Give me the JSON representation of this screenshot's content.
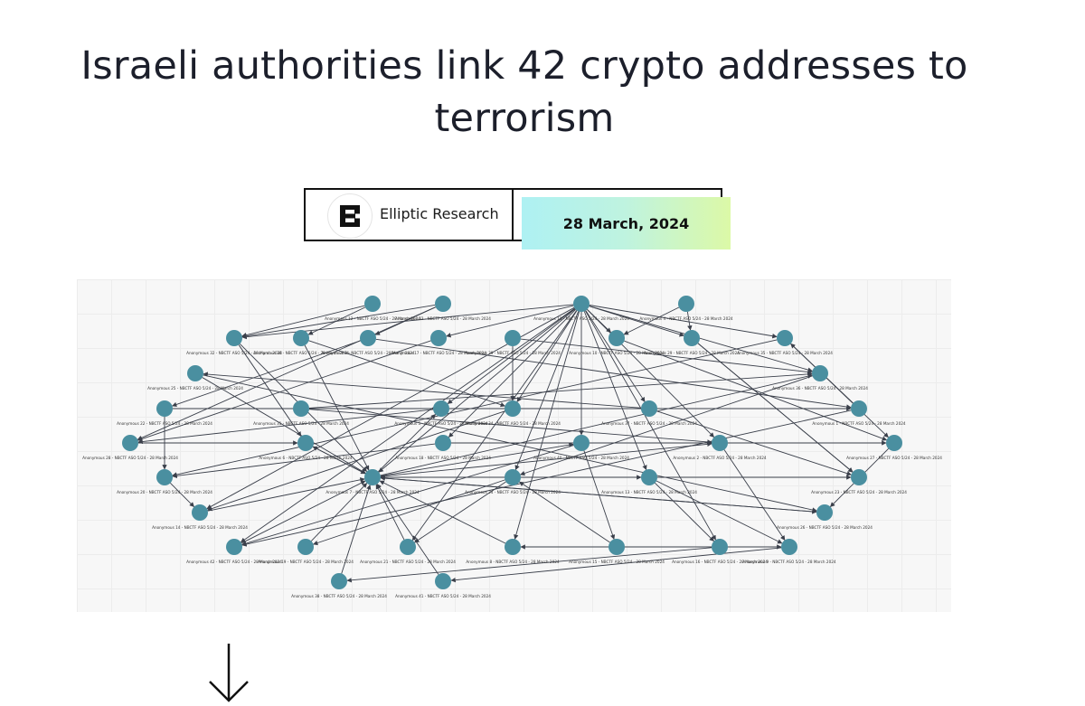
{
  "article": {
    "title": "Israeli authorities link 42 crypto addresses to terrorism",
    "author": "Elliptic Research",
    "date": "28 March, 2024",
    "logo_letter": "E",
    "logo_icon": "elliptic-e-logo",
    "accent_gradient": [
      "#aef1f3",
      "#dcf9a7"
    ]
  },
  "graph": {
    "node_color": "#4a8fa0",
    "edge_color": "#3a3f4a",
    "nodes": [
      "Anonymous 12 - NBCTF ASO 5/24 - 28 March 2024",
      "Anonymous 33 - NBCTF ASO 5/24 - 28 March 2024",
      "Anonymous 11 - NBCTF ASO 5/24 - 28 March 2024",
      "Anonymous 4 - NBCTF ASO 5/24 - 28 March 2024",
      "Anonymous 32 - NBCTF ASO 5/24 - 28 March 2024",
      "Anonymous 30 - NBCTF ASO 5/24 - 28 March 2024",
      "Anonymous 3 - NBCTF ASO 5/24 - 28 March 2024",
      "Anonymous 17 - NBCTF ASO 5/24 - 28 March 2024",
      "Anonymous 39 - NBCTF ASO 5/24 - 28 March 2024",
      "Anonymous 10 - NBCTF ASO 5/24 - 28 March 2024",
      "Anonymous 29 - NBCTF ASO 5/24 - 28 March 2024",
      "Anonymous 35 - NBCTF ASO 5/24 - 28 March 2024",
      "Anonymous 25 - NBCTF ASO 5/24 - 28 March 2024",
      "Anonymous 36 - NBCTF ASO 5/24 - 28 March 2024",
      "Anonymous 22 - NBCTF ASO 5/24 - 28 March 2024",
      "Anonymous 31 - NBCTF ASO 5/24 - 28 March 2024",
      "Anonymous 5 - NBCTF ASO 5/24 - 28 March 2024",
      "Anonymous 34 - NBCTF ASO 5/24 - 28 March 2024",
      "Anonymous 37 - NBCTF ASO 5/24 - 28 March 2024",
      "Anonymous 1 - NBCTF ASO 5/24 - 28 March 2024",
      "Anonymous 28 - NBCTF ASO 5/24 - 28 March 2024",
      "Anonymous 6 - NBCTF ASO 5/24 - 28 March 2024",
      "Anonymous 18 - NBCTF ASO 5/24 - 28 March 2024",
      "Anonymous 40 - NBCTF ASO 5/24 - 28 March 2024",
      "Anonymous 2 - NBCTF ASO 5/24 - 28 March 2024",
      "Anonymous 27 - NBCTF ASO 5/24 - 28 March 2024",
      "Anonymous 20 - NBCTF ASO 5/24 - 28 March 2024",
      "Anonymous 7 - NBCTF ASO 5/24 - 28 March 2024",
      "Anonymous 24 - NBCTF ASO 5/24 - 28 March 2024",
      "Anonymous 13 - NBCTF ASO 5/24 - 28 March 2024",
      "Anonymous 23 - NBCTF ASO 5/24 - 28 March 2024",
      "Anonymous 14 - NBCTF ASO 5/24 - 28 March 2024",
      "Anonymous 26 - NBCTF ASO 5/24 - 28 March 2024",
      "Anonymous 42 - NBCTF ASO 5/24 - 28 March 2024",
      "Anonymous 19 - NBCTF ASO 5/24 - 28 March 2024",
      "Anonymous 21 - NBCTF ASO 5/24 - 28 March 2024",
      "Anonymous 8 - NBCTF ASO 5/24 - 28 March 2024",
      "Anonymous 15 - NBCTF ASO 5/24 - 28 March 2024",
      "Anonymous 16 - NBCTF ASO 5/24 - 28 March 2024",
      "Anonymous 9 - NBCTF ASO 5/24 - 28 March 2024",
      "Anonymous 38 - NBCTF ASO 5/24 - 28 March 2024",
      "Anonymous 41 - NBCTF ASO 5/24 - 28 March 2024"
    ]
  },
  "scroll_hint_icon": "arrow-down-icon"
}
